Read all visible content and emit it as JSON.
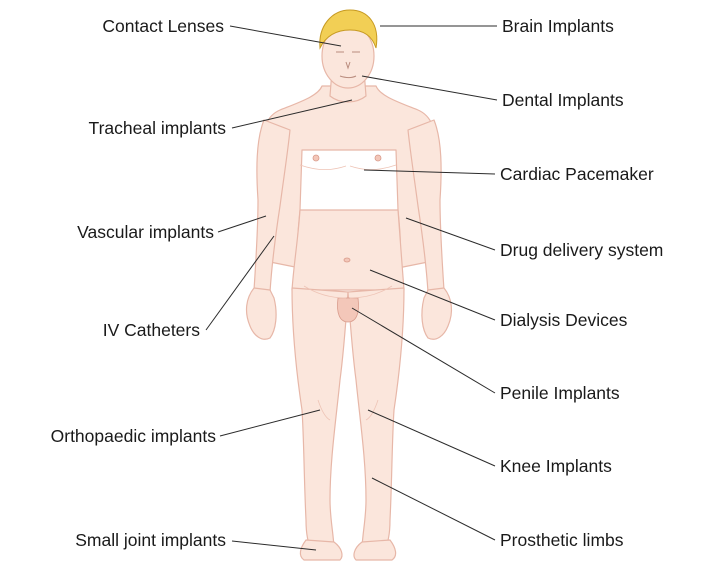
{
  "labels": {
    "contact_lenses": "Contact Lenses",
    "tracheal_implants": "Tracheal implants",
    "vascular_implants": "Vascular implants",
    "iv_catheters": "IV Catheters",
    "orthopaedic_implants": "Orthopaedic implants",
    "small_joint_implants": "Small joint implants",
    "brain_implants": "Brain Implants",
    "dental_implants": "Dental Implants",
    "cardiac_pacemaker": "Cardiac Pacemaker",
    "drug_delivery": "Drug delivery system",
    "dialysis_devices": "Dialysis Devices",
    "penile_implants": "Penile Implants",
    "knee_implants": "Knee Implants",
    "prosthetic_limbs": "Prosthetic limbs"
  },
  "colors": {
    "skin": "#fbe6dc",
    "skin_outline": "#e7b7a8",
    "hair": "#f2cf55",
    "hair_outline": "#c79a22",
    "leader": "#2b2b2b"
  }
}
